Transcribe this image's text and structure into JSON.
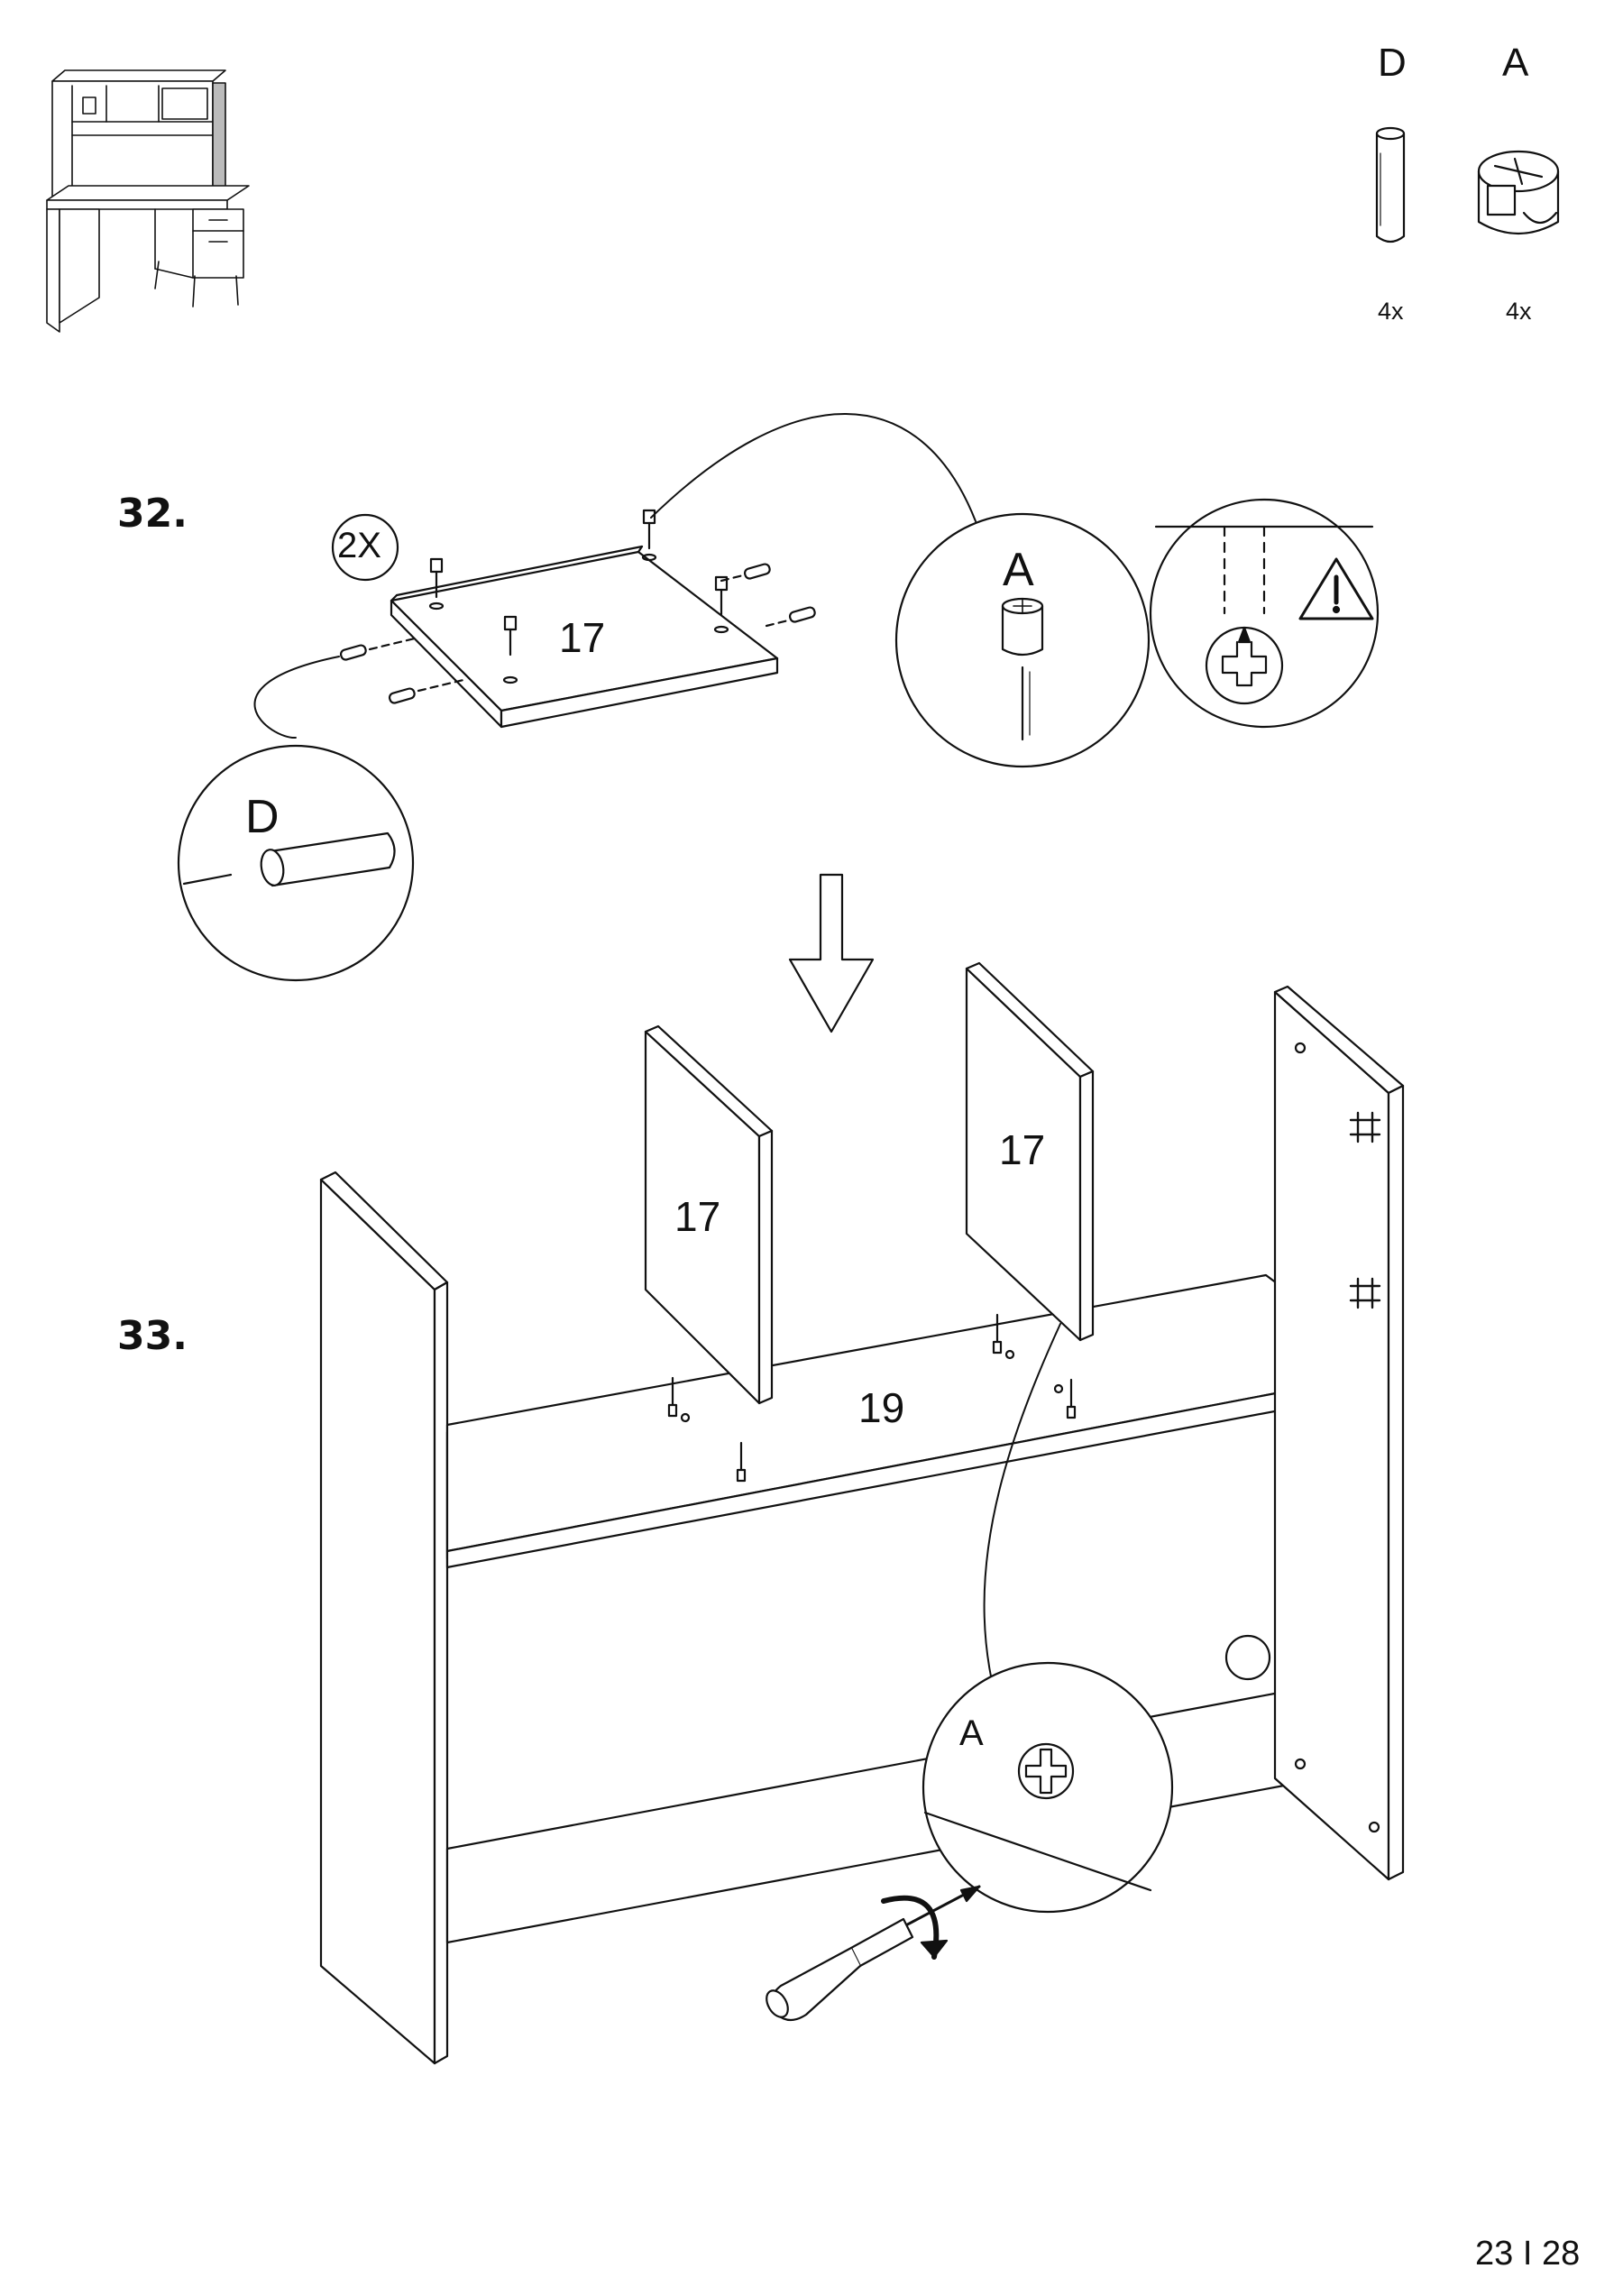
{
  "hardware": [
    {
      "letter": "D",
      "icon": "dowel-icon",
      "quantity": "4x"
    },
    {
      "letter": "A",
      "icon": "cam-lock-icon",
      "quantity": "4x"
    }
  ],
  "steps": [
    {
      "number": "32.",
      "multiplier": "2X",
      "panel": "17",
      "callout_cam": "A",
      "callout_dowel": "D",
      "warning_icon": "warning-triangle-icon"
    },
    {
      "number": "33.",
      "panels": [
        "17",
        "17",
        "19"
      ],
      "callout_cam": "A",
      "tool_icon": "screwdriver-icon"
    }
  ],
  "page": {
    "current": "23",
    "separator": "I",
    "total": "28"
  }
}
